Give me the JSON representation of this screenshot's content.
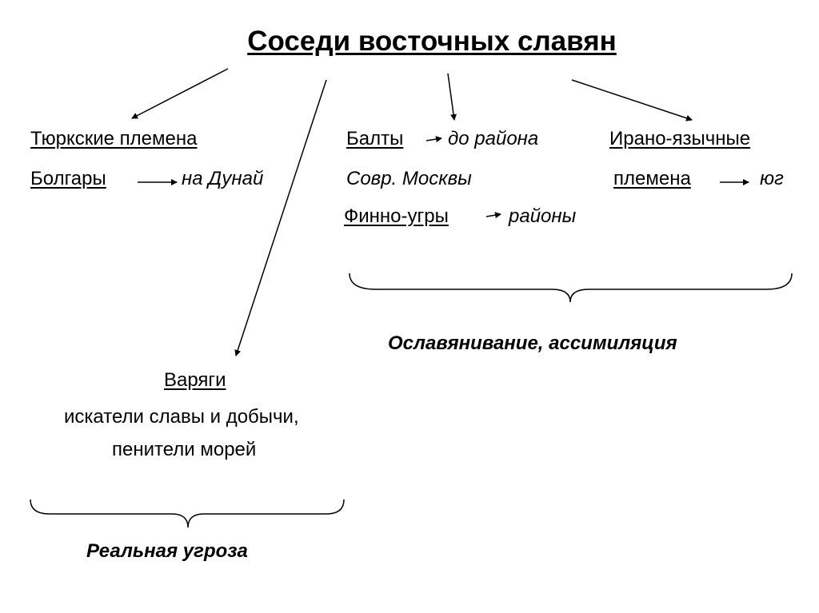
{
  "title": "Соседи восточных славян",
  "turkic": {
    "heading": "Тюркские племена",
    "bulgars": "Болгары",
    "bulgars_dest": "на Дунай"
  },
  "balts": {
    "name": "Балты",
    "dest_line1": "до района",
    "dest_line2": "Совр. Москвы"
  },
  "finno_ugric": {
    "name": "Финно-угры",
    "dest": "районы"
  },
  "iranian": {
    "line1": "Ирано-язычные",
    "line2": "племена",
    "dest": "юг"
  },
  "assimilation_label": "Ославянивание, ассимиляция",
  "varangians": {
    "name": "Варяги",
    "desc_line1": "искатели славы и добычи,",
    "desc_line2": "пенители морей"
  },
  "threat_label": "Реальная угроза"
}
